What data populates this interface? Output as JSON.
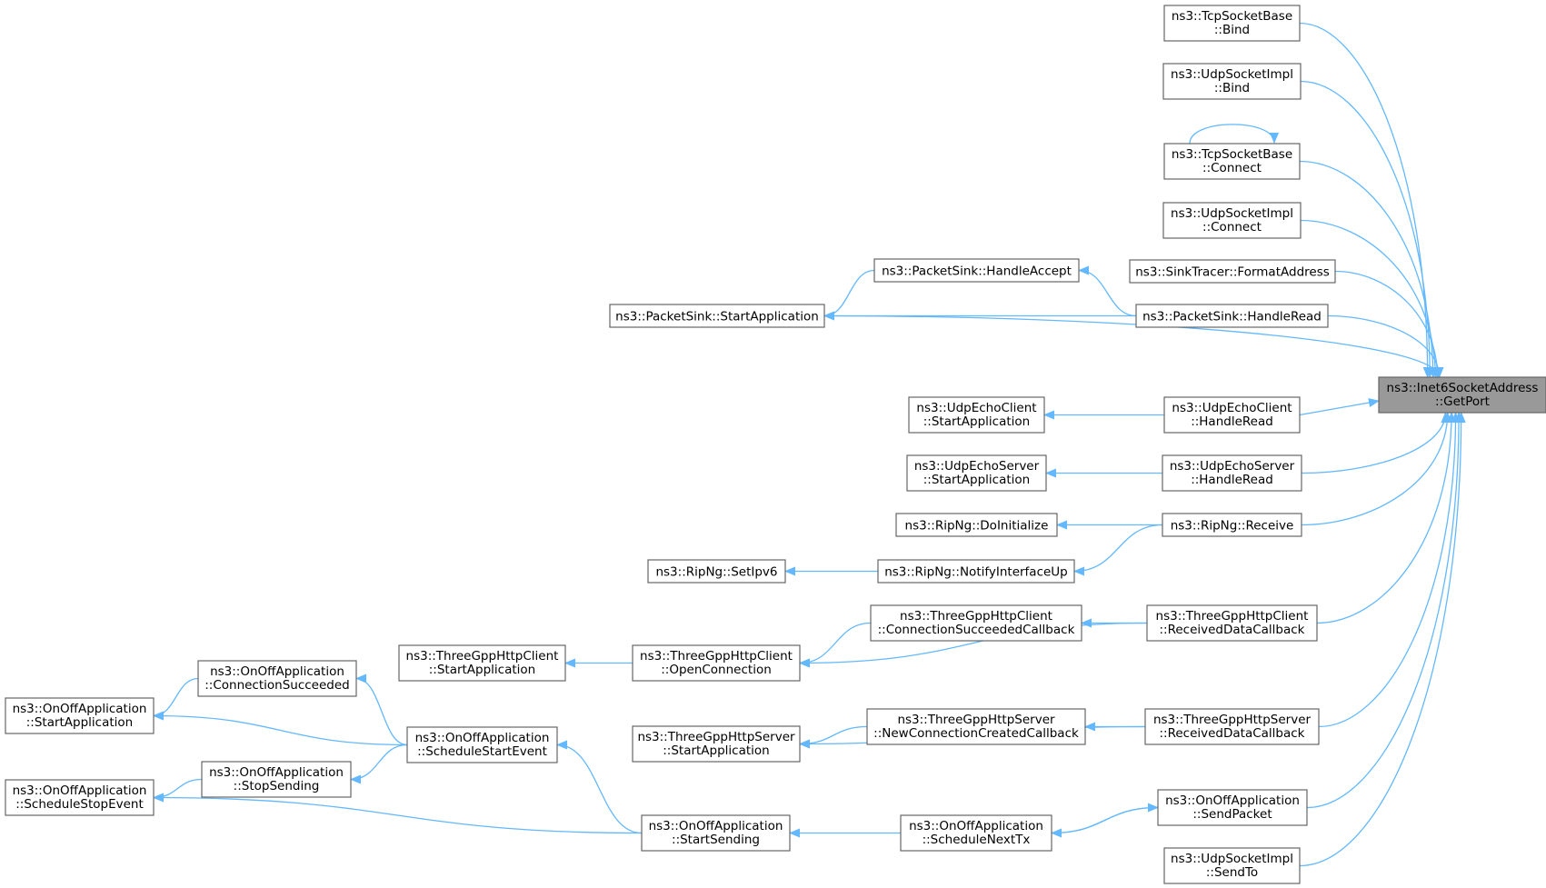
{
  "colors": {
    "edge": "#63b8ff",
    "node_border": "#666666",
    "root_fill": "#999999",
    "node_fill": "#ffffff"
  },
  "nodes": {
    "getport": [
      "ns3::Inet6SocketAddress",
      "::GetPort"
    ],
    "tcp_bind": [
      "ns3::TcpSocketBase",
      "::Bind"
    ],
    "udp_bind": [
      "ns3::UdpSocketImpl",
      "::Bind"
    ],
    "tcp_connect": [
      "ns3::TcpSocketBase",
      "::Connect"
    ],
    "udp_connect": [
      "ns3::UdpSocketImpl",
      "::Connect"
    ],
    "sinktracer": [
      "ns3::SinkTracer::FormatAddress"
    ],
    "ps_handleaccept": [
      "ns3::PacketSink::HandleAccept"
    ],
    "ps_startapp": [
      "ns3::PacketSink::StartApplication"
    ],
    "ps_handleread": [
      "ns3::PacketSink::HandleRead"
    ],
    "uec_startapp": [
      "ns3::UdpEchoClient",
      "::StartApplication"
    ],
    "uec_handleread": [
      "ns3::UdpEchoClient",
      "::HandleRead"
    ],
    "ues_startapp": [
      "ns3::UdpEchoServer",
      "::StartApplication"
    ],
    "ues_handleread": [
      "ns3::UdpEchoServer",
      "::HandleRead"
    ],
    "rip_doinit": [
      "ns3::RipNg::DoInitialize"
    ],
    "rip_receive": [
      "ns3::RipNg::Receive"
    ],
    "rip_setipv6": [
      "ns3::RipNg::SetIpv6"
    ],
    "rip_notify": [
      "ns3::RipNg::NotifyInterfaceUp"
    ],
    "thc_connsucc": [
      "ns3::ThreeGppHttpClient",
      "::ConnectionSucceededCallback"
    ],
    "thc_recv": [
      "ns3::ThreeGppHttpClient",
      "::ReceivedDataCallback"
    ],
    "thc_startapp": [
      "ns3::ThreeGppHttpClient",
      "::StartApplication"
    ],
    "thc_openconn": [
      "ns3::ThreeGppHttpClient",
      "::OpenConnection"
    ],
    "ths_startapp": [
      "ns3::ThreeGppHttpServer",
      "::StartApplication"
    ],
    "ths_newconn": [
      "ns3::ThreeGppHttpServer",
      "::NewConnectionCreatedCallback"
    ],
    "ths_recv": [
      "ns3::ThreeGppHttpServer",
      "::ReceivedDataCallback"
    ],
    "oo_connsucc": [
      "ns3::OnOffApplication",
      "::ConnectionSucceeded"
    ],
    "oo_startapp": [
      "ns3::OnOffApplication",
      "::StartApplication"
    ],
    "oo_schedstart": [
      "ns3::OnOffApplication",
      "::ScheduleStartEvent"
    ],
    "oo_stopsending": [
      "ns3::OnOffApplication",
      "::StopSending"
    ],
    "oo_schedstop": [
      "ns3::OnOffApplication",
      "::ScheduleStopEvent"
    ],
    "oo_startsending": [
      "ns3::OnOffApplication",
      "::StartSending"
    ],
    "oo_schednext": [
      "ns3::OnOffApplication",
      "::ScheduleNextTx"
    ],
    "oo_sendpacket": [
      "ns3::OnOffApplication",
      "::SendPacket"
    ],
    "udp_sendto": [
      "ns3::UdpSocketImpl",
      "::SendTo"
    ]
  },
  "edges": [
    [
      "tcp_bind",
      "getport"
    ],
    [
      "udp_bind",
      "getport"
    ],
    [
      "tcp_connect",
      "getport"
    ],
    [
      "tcp_connect",
      "tcp_connect"
    ],
    [
      "udp_connect",
      "getport"
    ],
    [
      "sinktracer",
      "getport"
    ],
    [
      "ps_handleread",
      "getport"
    ],
    [
      "ps_startapp",
      "getport"
    ],
    [
      "ps_handleaccept",
      "ps_startapp"
    ],
    [
      "ps_handleread",
      "ps_handleaccept"
    ],
    [
      "ps_handleread",
      "ps_startapp"
    ],
    [
      "uec_handleread",
      "getport"
    ],
    [
      "uec_handleread",
      "uec_startapp"
    ],
    [
      "ues_handleread",
      "getport"
    ],
    [
      "ues_handleread",
      "ues_startapp"
    ],
    [
      "rip_receive",
      "getport"
    ],
    [
      "rip_receive",
      "rip_doinit"
    ],
    [
      "rip_receive",
      "rip_notify"
    ],
    [
      "rip_notify",
      "rip_setipv6"
    ],
    [
      "thc_recv",
      "getport"
    ],
    [
      "thc_recv",
      "thc_connsucc"
    ],
    [
      "thc_recv",
      "thc_openconn"
    ],
    [
      "thc_connsucc",
      "thc_openconn"
    ],
    [
      "thc_openconn",
      "thc_startapp"
    ],
    [
      "ths_recv",
      "getport"
    ],
    [
      "ths_recv",
      "ths_newconn"
    ],
    [
      "ths_recv",
      "ths_startapp"
    ],
    [
      "ths_newconn",
      "ths_startapp"
    ],
    [
      "oo_sendpacket",
      "getport"
    ],
    [
      "oo_sendpacket",
      "oo_schednext"
    ],
    [
      "oo_schednext",
      "oo_sendpacket"
    ],
    [
      "oo_schednext",
      "oo_startsending"
    ],
    [
      "oo_startsending",
      "oo_schedstart"
    ],
    [
      "oo_startsending",
      "oo_schedstop"
    ],
    [
      "oo_schedstart",
      "oo_connsucc"
    ],
    [
      "oo_schedstart",
      "oo_startapp"
    ],
    [
      "oo_schedstart",
      "oo_stopsending"
    ],
    [
      "oo_connsucc",
      "oo_startapp"
    ],
    [
      "oo_stopsending",
      "oo_schedstop"
    ],
    [
      "udp_sendto",
      "getport"
    ]
  ]
}
